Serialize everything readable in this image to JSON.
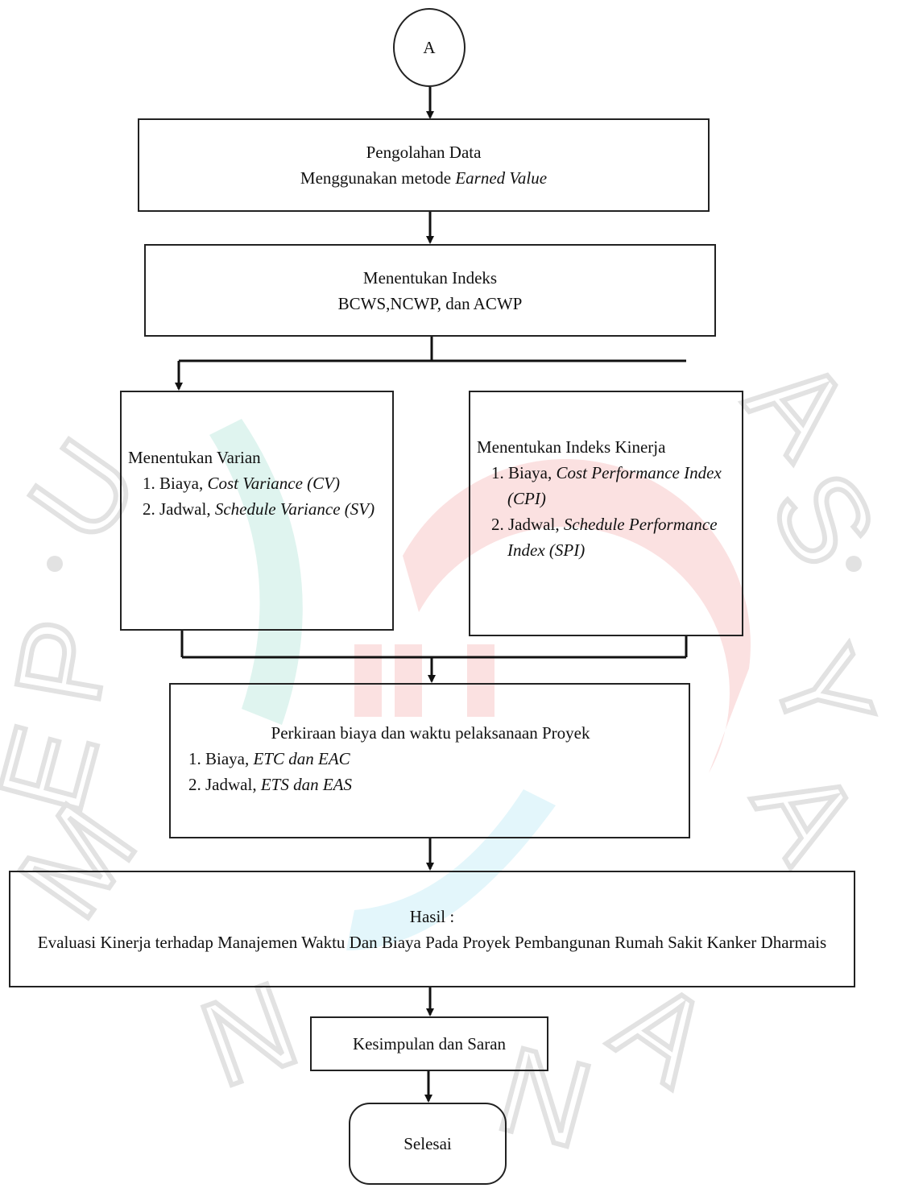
{
  "start_connector": "A",
  "steps": {
    "pengolahan": {
      "line1": "Pengolahan Data",
      "line2_prefix": "Menggunakan metode ",
      "line2_italic": "Earned Value"
    },
    "indeks": {
      "line1": "Menentukan Indeks",
      "line2": "BCWS,NCWP, dan ACWP"
    },
    "varian": {
      "title": "Menentukan Varian",
      "items": [
        {
          "prefix": "1. Biaya, ",
          "italic": "Cost Variance (CV)"
        },
        {
          "prefix": "2. Jadwal, ",
          "italic": "Schedule Variance (SV)"
        }
      ]
    },
    "kinerja": {
      "title": "Menentukan Indeks Kinerja",
      "items": [
        {
          "prefix": "1. Biaya, ",
          "italic": "Cost Performance Index (CPI)"
        },
        {
          "prefix": "2. Jadwal, ",
          "italic": "Schedule Performance Index (SPI)"
        }
      ]
    },
    "perkiraan": {
      "title": "Perkiraan biaya dan waktu pelaksanaan Proyek",
      "items": [
        {
          "prefix": "1. Biaya, ",
          "italic": "ETC dan EAC"
        },
        {
          "prefix": "2. Jadwal, ",
          "italic": "ETS dan EAS"
        }
      ]
    },
    "hasil": {
      "line1": "Hasil :",
      "line2": "Evaluasi Kinerja terhadap Manajemen Waktu Dan Biaya Pada Proyek Pembangunan Rumah Sakit Kanker Dharmais"
    },
    "kesimpulan": "Kesimpulan dan Saran",
    "selesai": "Selesai"
  },
  "watermark": {
    "text": "UNIVERSITAS PEMBANGUNAN JAYA",
    "colors": {
      "letters": "#e8e8e8",
      "teal": "#dff4ef",
      "red": "#fbe1e1",
      "cyan": "#e3f6fb"
    }
  },
  "colors": {
    "line": "#222222",
    "background": "#ffffff"
  }
}
